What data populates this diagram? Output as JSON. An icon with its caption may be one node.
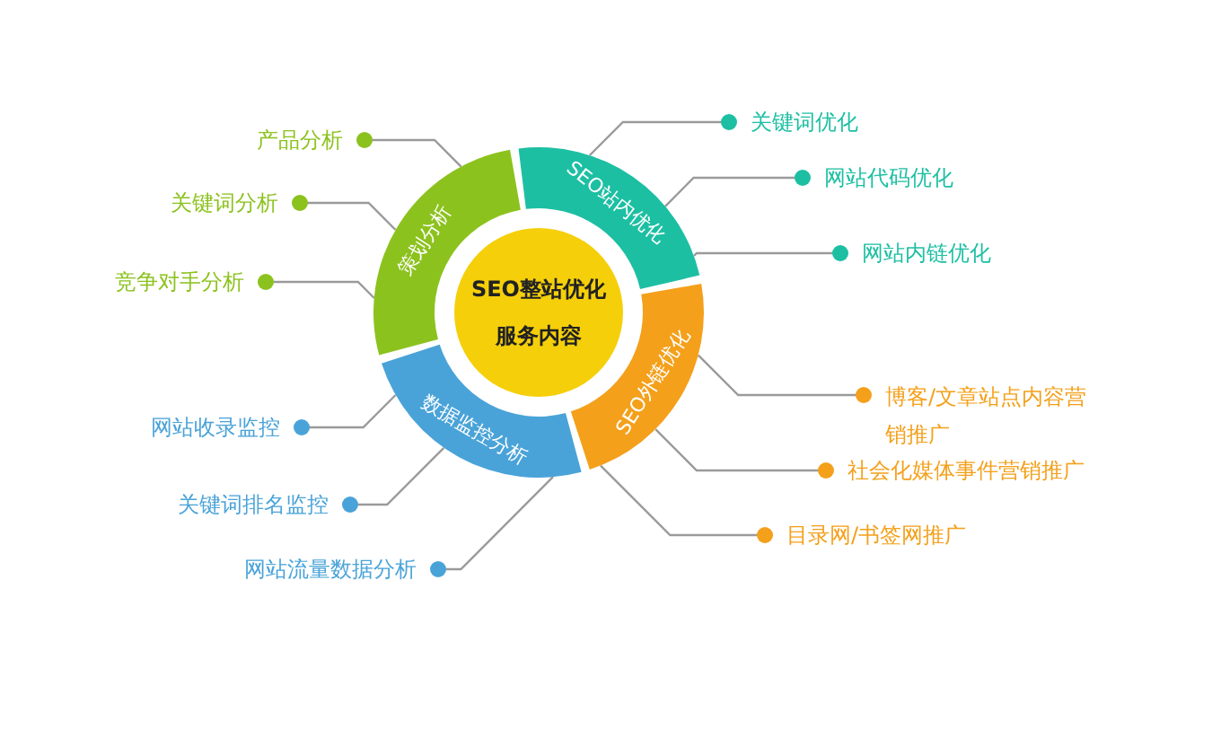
{
  "diagram": {
    "nodes": [
      {
        "text": [
          "SEO整站优化服务内容"
        ]
      },
      {
        "text": [
          "策划分析"
        ]
      },
      {
        "text": [
          "SEO站内优化"
        ]
      },
      {
        "text": [
          "数据监控分析"
        ]
      },
      {
        "text": [
          "SEO外链优化"
        ]
      },
      {
        "text": [
          "产品分析"
        ]
      },
      {
        "text": [
          "关键词分析"
        ]
      },
      {
        "text": [
          "竞争对手分析"
        ]
      },
      {
        "text": [
          "关键词优化"
        ]
      },
      {
        "text": [
          "网站代码优化"
        ]
      },
      {
        "text": [
          "网站内链优化"
        ]
      },
      {
        "text": [
          "网站收录监控"
        ]
      },
      {
        "text": [
          "关键词排名监控"
        ]
      },
      {
        "text": [
          "网站流量数据分析"
        ]
      },
      {
        "text": [
          "博客/文章站点内容营销推广"
        ]
      },
      {
        "text": [
          "社会化媒体事件营销推广"
        ]
      },
      {
        "text": [
          "目录网/书签网推广"
        ]
      }
    ],
    "edges": [
      {
        "from": 5,
        "to": 1,
        "arrow": "other"
      },
      {
        "from": 6,
        "to": 1,
        "arrow": "other"
      },
      {
        "from": 7,
        "to": 1,
        "arrow": "other"
      },
      {
        "from": 8,
        "to": 2,
        "arrow": "other"
      },
      {
        "from": 9,
        "to": 2,
        "arrow": "other"
      },
      {
        "from": 10,
        "to": 2,
        "arrow": "other"
      },
      {
        "from": 11,
        "to": 3,
        "arrow": "other"
      },
      {
        "from": 12,
        "to": 3,
        "arrow": "other"
      },
      {
        "from": 13,
        "to": 3,
        "arrow": "other"
      },
      {
        "from": 14,
        "to": 4,
        "arrow": "other"
      },
      {
        "from": 15,
        "to": 4,
        "arrow": "other"
      },
      {
        "from": 16,
        "to": 4,
        "arrow": "other"
      }
    ]
  }
}
